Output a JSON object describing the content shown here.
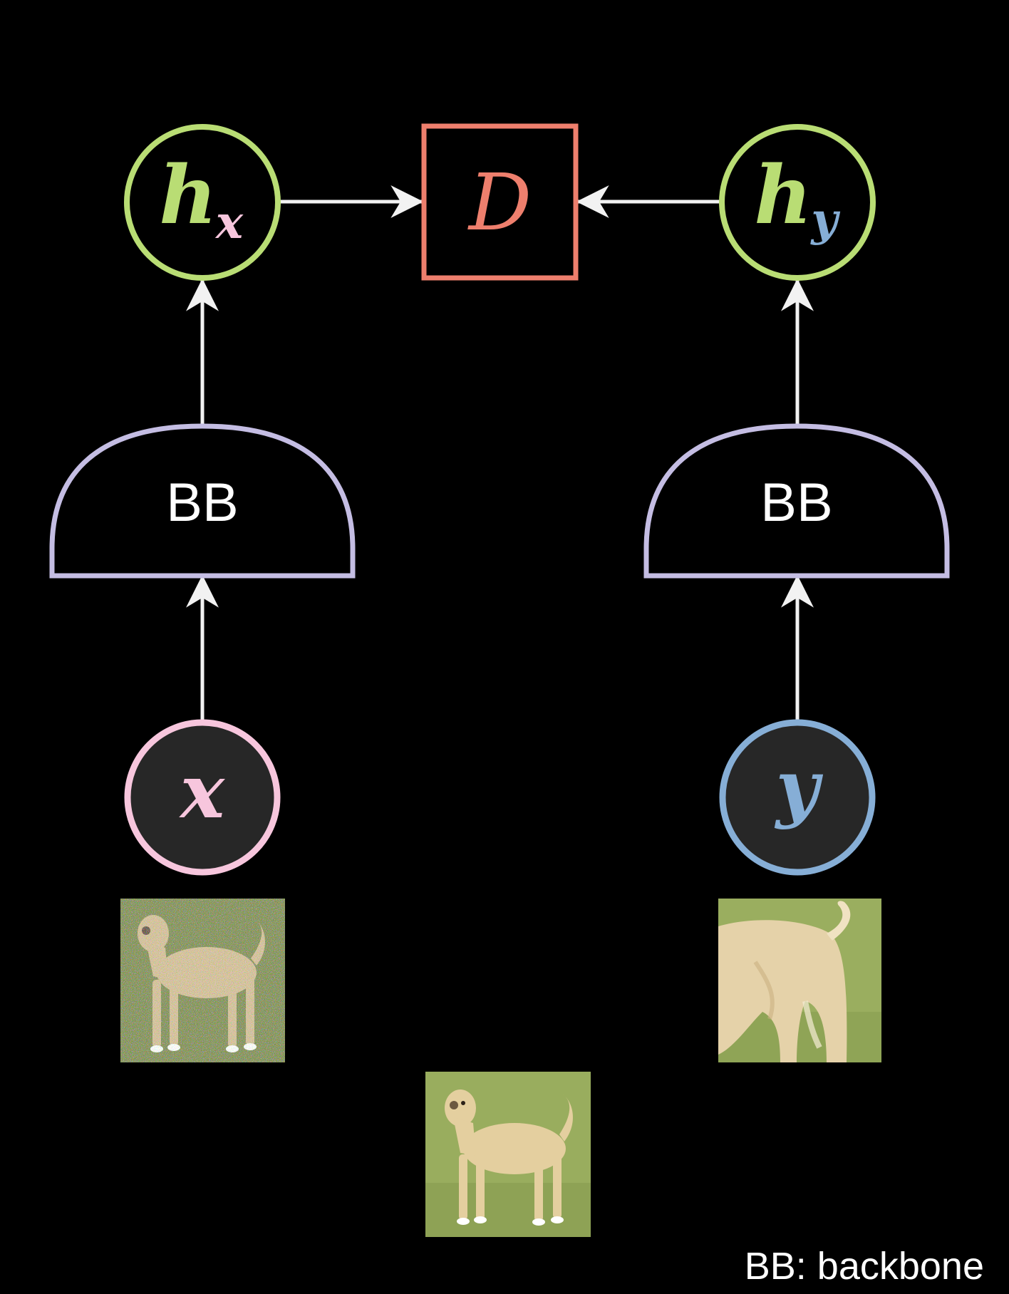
{
  "colors": {
    "background": "#000000",
    "feature_ring": "#b9dd74",
    "distance_box": "#ee7f6d",
    "backbone": "#c4bde3",
    "x_ring": "#f7c6dd",
    "y_ring": "#86aed6",
    "arrow": "#f2f2f2",
    "node_fill": "#272727",
    "text": "#ffffff"
  },
  "nodes": {
    "hx": {
      "base": "h",
      "sub": "x"
    },
    "hy": {
      "base": "h",
      "sub": "y"
    },
    "distance": {
      "label": "D"
    },
    "backbone_left": {
      "label": "BB"
    },
    "backbone_right": {
      "label": "BB"
    },
    "x_input": {
      "label": "x"
    },
    "y_input": {
      "label": "y"
    }
  },
  "images": {
    "noisy_dog": {
      "icon": "noisy-dog-photo"
    },
    "cropped_dog": {
      "icon": "cropped-dog-photo"
    },
    "original_dog": {
      "icon": "original-dog-photo"
    }
  },
  "legend": {
    "text": "BB: backbone"
  }
}
